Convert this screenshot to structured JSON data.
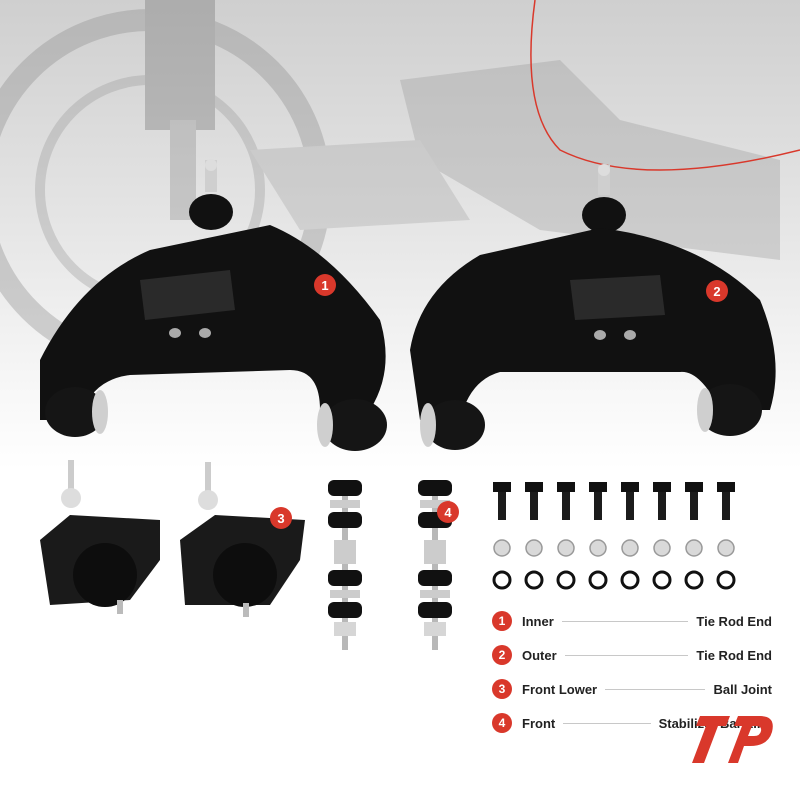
{
  "colors": {
    "accent": "#d9382b",
    "part": "#111111",
    "metal": "#bfbfbf"
  },
  "badges": [
    "1",
    "2",
    "3",
    "4"
  ],
  "legend": [
    {
      "num": "1",
      "left": "Inner",
      "right": "Tie Rod End"
    },
    {
      "num": "2",
      "left": "Outer",
      "right": "Tie Rod End"
    },
    {
      "num": "3",
      "left": "Front Lower",
      "right": "Ball Joint"
    },
    {
      "num": "4",
      "left": "Front",
      "right": "Stabilizer Bar Link"
    }
  ],
  "logo": {
    "icon": "a-premium-logo-icon"
  }
}
